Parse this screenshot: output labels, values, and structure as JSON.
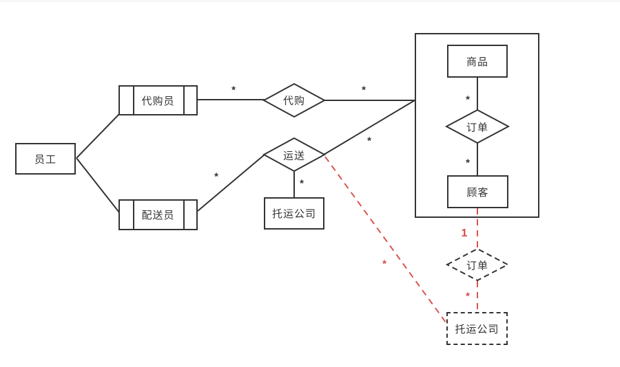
{
  "diagram": {
    "kind": "er-diagram",
    "colors": {
      "line": "#333333",
      "red_accent": "#d9534f",
      "red_label": "#d14a4a",
      "background": "#ffffff"
    },
    "entities": {
      "employee": {
        "label": "员工",
        "shape": "rectangle"
      },
      "purchasing_agent": {
        "label": "代购员",
        "shape": "rectangle-double-bars"
      },
      "delivery_agent": {
        "label": "配送员",
        "shape": "rectangle-double-bars"
      },
      "shipping_company": {
        "label": "托运公司",
        "shape": "rectangle"
      },
      "product": {
        "label": "商品",
        "shape": "rectangle"
      },
      "customer": {
        "label": "顾客",
        "shape": "rectangle"
      },
      "shipping_company_dashed": {
        "label": "托运公司",
        "shape": "rectangle-dashed"
      }
    },
    "relationships": {
      "purchase": {
        "label": "代购",
        "shape": "diamond"
      },
      "transport": {
        "label": "运送",
        "shape": "diamond"
      },
      "order": {
        "label": "订单",
        "shape": "diamond"
      },
      "order_dashed": {
        "label": "订单",
        "shape": "diamond-dashed"
      }
    },
    "cardinality": {
      "labels": [
        {
          "text": "*",
          "color": "dark",
          "edge": "purchasing_agent-purchase"
        },
        {
          "text": "*",
          "color": "dark",
          "edge": "purchase-group"
        },
        {
          "text": "*",
          "color": "dark",
          "edge": "delivery_agent-transport"
        },
        {
          "text": "*",
          "color": "dark",
          "edge": "transport-group"
        },
        {
          "text": "*",
          "color": "dark",
          "edge": "transport-shipping_company"
        },
        {
          "text": "*",
          "color": "dark",
          "edge": "product-order"
        },
        {
          "text": "*",
          "color": "dark",
          "edge": "order-customer"
        },
        {
          "text": "1",
          "color": "red",
          "edge": "customer-order_dashed"
        },
        {
          "text": "*",
          "color": "red",
          "edge": "order_dashed-shipping_company_dashed"
        },
        {
          "text": "*",
          "color": "red",
          "edge": "transport-shipping_company_dashed"
        }
      ]
    }
  }
}
